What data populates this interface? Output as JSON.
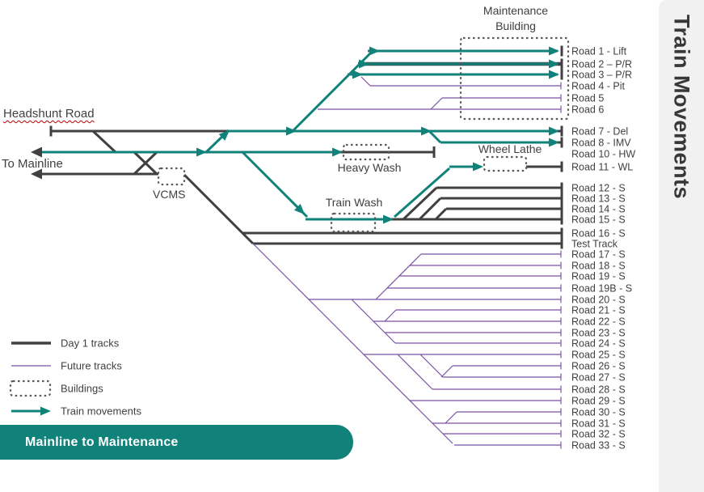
{
  "sidebar": {
    "title": "Train Movements"
  },
  "banner": {
    "label": "Mainline to Maintenance"
  },
  "diagram_labels": {
    "headshunt": "Headshunt Road",
    "to_mainline": "To Mainline",
    "vcms": "VCMS",
    "heavy_wash": "Heavy Wash",
    "train_wash": "Train Wash",
    "wheel_lathe": "Wheel Lathe",
    "maintenance_building_line1": "Maintenance",
    "maintenance_building_line2": "Building"
  },
  "legend": {
    "items": [
      {
        "label": "Day 1 tracks",
        "type": "day1"
      },
      {
        "label": "Future tracks",
        "type": "future"
      },
      {
        "label": "Buildings",
        "type": "building"
      },
      {
        "label": "Train movements",
        "type": "movement"
      }
    ]
  },
  "roads": [
    {
      "name": "Road 1 - Lift",
      "type": "movement"
    },
    {
      "name": "Road 2 – P/R",
      "type": "movement"
    },
    {
      "name": "Road 3 – P/R",
      "type": "movement"
    },
    {
      "name": "Road 4 - Pit",
      "type": "future"
    },
    {
      "name": "Road 5",
      "type": "future"
    },
    {
      "name": "Road 6",
      "type": "future"
    },
    {
      "name": "Road 7 - Del",
      "type": "movement"
    },
    {
      "name": "Road 8 - IMV",
      "type": "movement"
    },
    {
      "name": "Road 10 - HW",
      "type": "label-only"
    },
    {
      "name": "Road 11 - WL",
      "type": "day1"
    },
    {
      "name": "Road 12 - S",
      "type": "day1"
    },
    {
      "name": "Road 13 - S",
      "type": "day1"
    },
    {
      "name": "Road 14 - S",
      "type": "day1"
    },
    {
      "name": "Road 15 - S",
      "type": "day1"
    },
    {
      "name": "Road 16 - S",
      "type": "day1"
    },
    {
      "name": "Test Track",
      "type": "day1"
    },
    {
      "name": "Road 17 - S",
      "type": "future"
    },
    {
      "name": "Road 18 - S",
      "type": "future"
    },
    {
      "name": "Road 19 - S",
      "type": "future"
    },
    {
      "name": "Road 19B - S",
      "type": "future"
    },
    {
      "name": "Road 20 - S",
      "type": "future"
    },
    {
      "name": "Road 21 - S",
      "type": "future"
    },
    {
      "name": "Road 22 - S",
      "type": "future"
    },
    {
      "name": "Road 23 - S",
      "type": "future"
    },
    {
      "name": "Road 24 - S",
      "type": "future"
    },
    {
      "name": "Road 25 - S",
      "type": "future"
    },
    {
      "name": "Road 26 - S",
      "type": "future"
    },
    {
      "name": "Road 27 - S",
      "type": "future"
    },
    {
      "name": "Road 28 - S",
      "type": "future"
    },
    {
      "name": "Road 29 - S",
      "type": "future"
    },
    {
      "name": "Road 30 - S",
      "type": "future"
    },
    {
      "name": "Road 31 - S",
      "type": "future"
    },
    {
      "name": "Road 32 - S",
      "type": "future"
    },
    {
      "name": "Road 33 - S",
      "type": "future"
    }
  ],
  "colors": {
    "day1": "#404040",
    "future": "#7b52a5",
    "movement": "#10827a",
    "building_border": "#595959",
    "label_text": "#404040",
    "banner_bg": "#10827a",
    "banner_text": "#ffffff",
    "sidebar_bg": "#f1f1f1",
    "sidebar_text": "#383838"
  }
}
